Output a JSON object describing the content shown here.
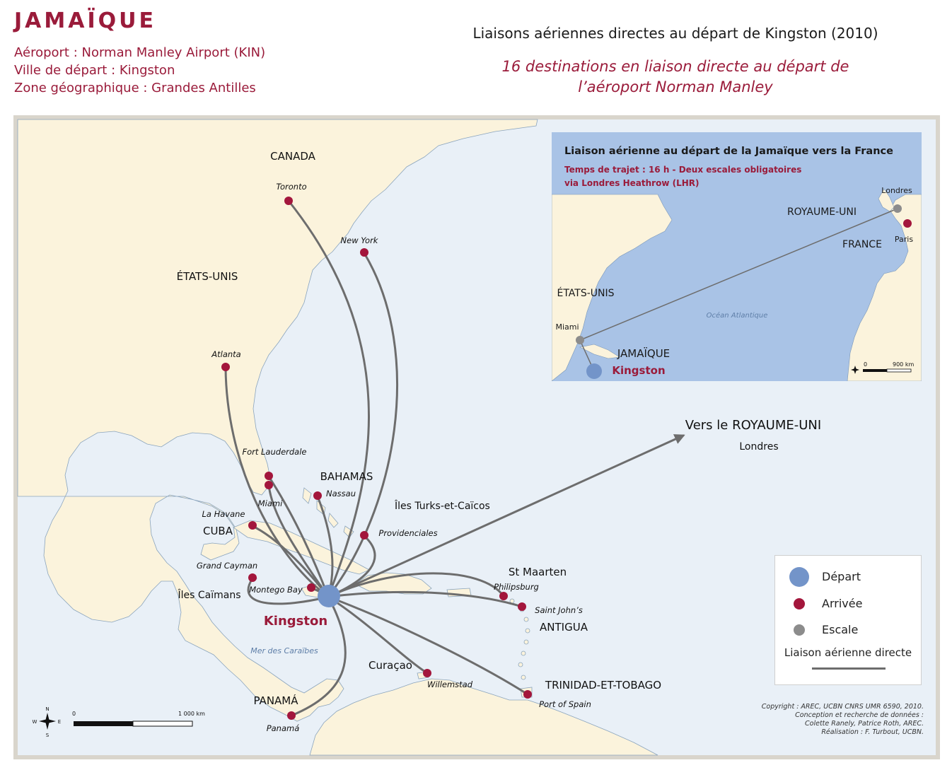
{
  "header": {
    "country": "JAMAÏQUE",
    "airport": "Aéroport : Norman Manley Airport (KIN)",
    "city": "Ville de départ : Kingston",
    "zone": "Zone géographique : Grandes Antilles",
    "title": "Liaisons aériennes directes au départ de Kingston (2010)",
    "subtitle_line1": "16 destinations en liaison directe au départ de",
    "subtitle_line2": "l’aéroport Norman Manley"
  },
  "colors": {
    "sea": "#e9f0f7",
    "land": "#fbf3dc",
    "route": "#6d6d6d",
    "arrival": "#a3163c",
    "departure": "#7394c9",
    "stopover": "#8c8c8c",
    "inset_sea": "#a9c3e6",
    "accent": "#9a1b3a"
  },
  "map": {
    "departure": {
      "name": "Kingston"
    },
    "destinations": [
      {
        "name": "Toronto"
      },
      {
        "name": "New York"
      },
      {
        "name": "Atlanta"
      },
      {
        "name": "Fort Lauderdale"
      },
      {
        "name": "Miami"
      },
      {
        "name": "Nassau"
      },
      {
        "name": "La Havane"
      },
      {
        "name": "Providenciales"
      },
      {
        "name": "Grand Cayman"
      },
      {
        "name": "Montego Bay"
      },
      {
        "name": "Philipsburg"
      },
      {
        "name": "Saint John’s"
      },
      {
        "name": "Willemstad"
      },
      {
        "name": "Port of Spain"
      },
      {
        "name": "Panamá"
      }
    ],
    "countries": [
      "CANADA",
      "ÉTATS-UNIS",
      "BAHAMAS",
      "CUBA",
      "Îles Caïmans",
      "Îles Turks-et-Caïcos",
      "St Maarten",
      "ANTIGUA",
      "TRINIDAD-ET-TOBAGO",
      "PANAMÁ",
      "Curaçao"
    ],
    "sea_label": "Mer des Caraïbes",
    "uk_route_line1": "Vers le ROYAUME-UNI",
    "uk_route_line2": "Londres",
    "scale": {
      "start": "0",
      "end": "1 000 km"
    },
    "compass": [
      "N",
      "E",
      "S",
      "W"
    ]
  },
  "inset": {
    "title": "Liaison aérienne au départ de la Jamaïque vers la France",
    "subtitle_line1": "Temps de trajet : 16 h - Deux escales obligatoires",
    "subtitle_line2": "via Londres Heathrow (LHR)",
    "labels": [
      "ROYAUME-UNI",
      "FRANCE",
      "ÉTATS-UNIS",
      "JAMAÏQUE"
    ],
    "cities": {
      "london": "Londres",
      "paris": "Paris",
      "miami": "Miami",
      "kingston": "Kingston"
    },
    "ocean": "Océan Atlantique",
    "scale": {
      "start": "0",
      "end": "900 km"
    }
  },
  "legend": {
    "departure": "Départ",
    "arrival": "Arrivée",
    "stopover": "Escale",
    "route": "Liaison aérienne directe"
  },
  "credits": [
    "Copyright : AREC, UCBN CNRS UMR 6590, 2010.",
    "Conception et recherche de données :",
    "Colette Ranely, Patrice Roth, AREC.",
    "Réalisation : F. Turbout, UCBN."
  ]
}
